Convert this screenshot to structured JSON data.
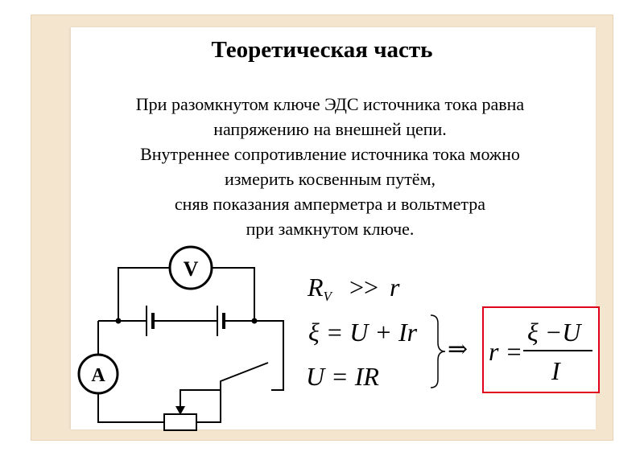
{
  "title": "Теоретическая часть",
  "body_lines": [
    "При разомкнутом ключе ЭДС источника тока равна",
    "напряжению на внешней цепи.",
    "Внутреннее сопротивление источника тока можно",
    "измерить косвенным путём,",
    "сняв показания амперметра и вольтметра",
    "при замкнутом ключе."
  ],
  "circuit": {
    "voltmeter_label": "V",
    "ammeter_label": "A"
  },
  "formulas": {
    "condition": {
      "lhs": "R",
      "subscript": "V",
      "op": ">>",
      "rhs": "r"
    },
    "eq1": {
      "lhs": "ξ",
      "rhs": "= U + Ir"
    },
    "eq2": {
      "lhs": "U",
      "rhs": "= IR"
    },
    "implies": "⇒",
    "result": {
      "lhs": "r =",
      "numerator": "ξ −U",
      "denominator": "I"
    }
  },
  "colors": {
    "frame": "#f4e5cf",
    "result_border": "#e0001b"
  }
}
